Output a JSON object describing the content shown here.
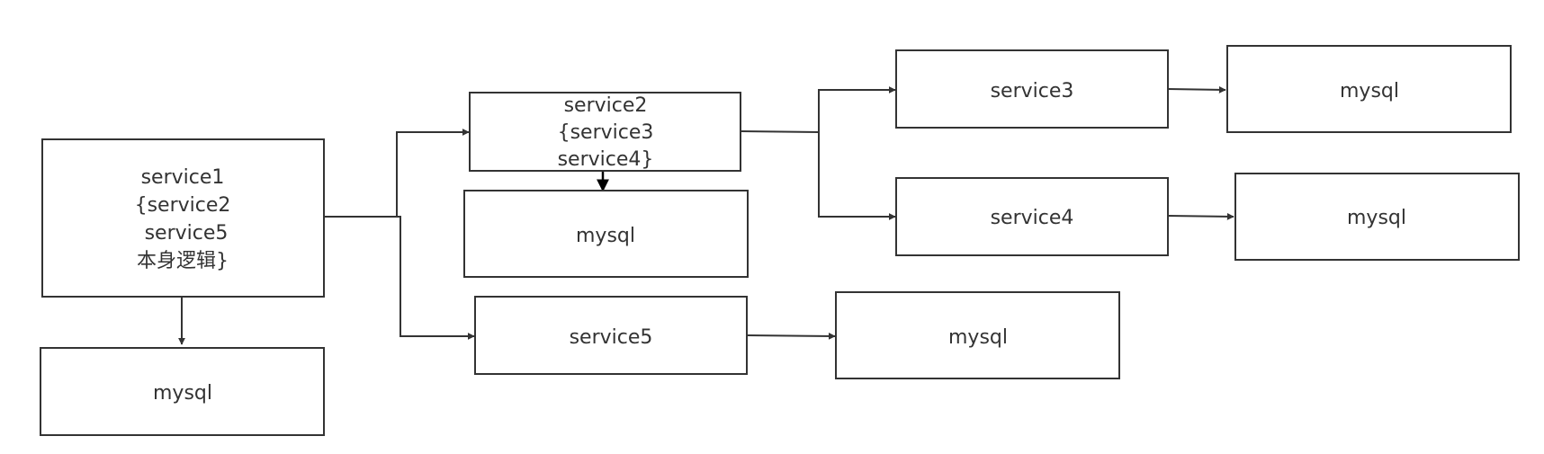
{
  "nodes": {
    "service1": {
      "lines": [
        "service1",
        "{service2",
        "service5",
        "本身逻辑}"
      ]
    },
    "service2": {
      "lines": [
        "service2",
        "{service3",
        "service4}"
      ]
    },
    "service3": {
      "lines": [
        "service3"
      ]
    },
    "service4": {
      "lines": [
        "service4"
      ]
    },
    "service5": {
      "lines": [
        "service5"
      ]
    },
    "mysql1": {
      "lines": [
        "mysql"
      ]
    },
    "mysql2": {
      "lines": [
        "mysql"
      ]
    },
    "mysql3": {
      "lines": [
        "mysql"
      ]
    },
    "mysql4": {
      "lines": [
        "mysql"
      ]
    },
    "mysql5": {
      "lines": [
        "mysql"
      ]
    }
  },
  "edges": [
    {
      "from": "service1",
      "to": "mysql1"
    },
    {
      "from": "service1",
      "to": "service2"
    },
    {
      "from": "service1",
      "to": "service5"
    },
    {
      "from": "service2",
      "to": "mysql2"
    },
    {
      "from": "service2",
      "to": "service3"
    },
    {
      "from": "service2",
      "to": "service4"
    },
    {
      "from": "service3",
      "to": "mysql3"
    },
    {
      "from": "service4",
      "to": "mysql4"
    },
    {
      "from": "service5",
      "to": "mysql5"
    }
  ],
  "colors": {
    "stroke": "#333333",
    "text": "#333333",
    "background": "#ffffff"
  }
}
